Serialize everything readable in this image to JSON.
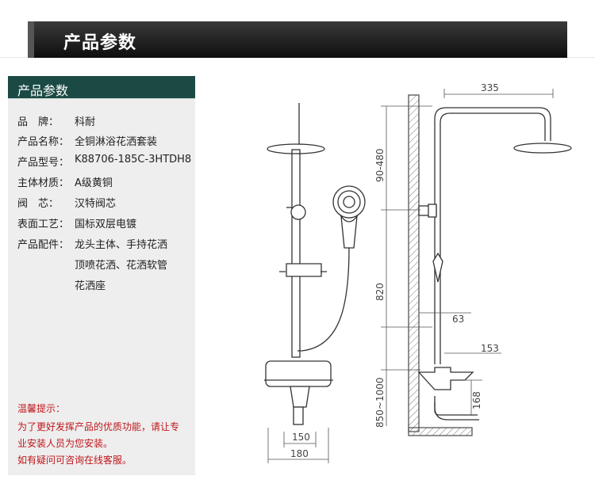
{
  "banner": {
    "title": "产品参数"
  },
  "panel": {
    "heading": "产品参数",
    "specs": [
      {
        "label": "品　牌：",
        "value": "科耐"
      },
      {
        "label": "产品名称：",
        "value": "全铜淋浴花洒套装"
      },
      {
        "label": "产品型号：",
        "value": "K88706-185C-3HTDH8"
      },
      {
        "label": "主体材质：",
        "value": "A级黄铜"
      },
      {
        "label": "阀　芯：",
        "value": "汉特阀芯"
      },
      {
        "label": "表面工艺：",
        "value": "国标双层电镀"
      },
      {
        "label": "产品配件：",
        "value": "龙头主体、手持花洒"
      }
    ],
    "continuation": [
      "顶喷花洒、花洒软管",
      "花洒座"
    ]
  },
  "notice": {
    "title": "温馨提示：",
    "lines": [
      "为了更好发挥产品的优质功能，请让专",
      "业安装人员为您安装。",
      "如有疑问可咨询在线客服。"
    ]
  },
  "dimensions": {
    "top_width": "335",
    "top_height": "90-480",
    "column": "820",
    "offset": "63",
    "spout": "153",
    "spout_height": "168",
    "mount_height": "850~1000",
    "valve_width": "150",
    "base_width": "180"
  }
}
